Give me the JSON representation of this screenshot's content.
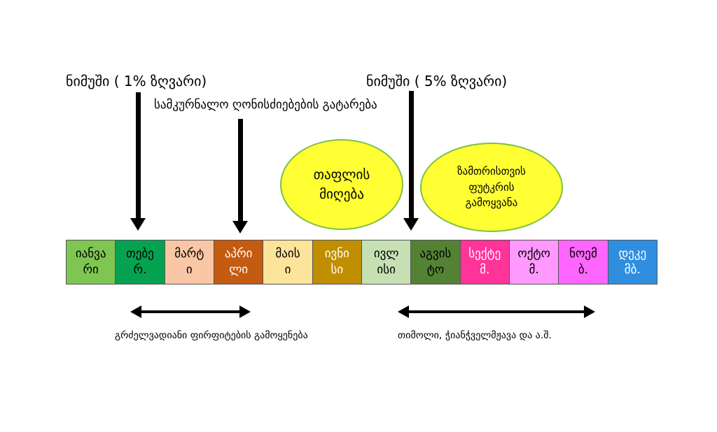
{
  "labels": {
    "sample1": "ნიმუში ( 1% ზღვარი)",
    "sample2": "ნიმუში ( 5% ზღვარი)",
    "treatment": "სამკურნალო ღონისძიებების გატარება",
    "long_term_plates": "გრძელვადიანი ფირფიტების გამოყენება",
    "thymol": "თიმოლი, ჭიანჭველმჟავა და ა.შ."
  },
  "bubbles": {
    "honey_line1": "თაფლის",
    "honey_line2": "მიღება",
    "winter_line1": "ზამთრისთვის",
    "winter_line2": "ფუტკრის",
    "winter_line3": "გამოყვანა"
  },
  "months": [
    {
      "line1": "იანვა",
      "line2": "რი",
      "color": "#7ec552",
      "text": "#000000"
    },
    {
      "line1": "თებე",
      "line2": "რ.",
      "color": "#05a351",
      "text": "#000000"
    },
    {
      "line1": "მარტ",
      "line2": "ი",
      "color": "#f9c7a5",
      "text": "#000000"
    },
    {
      "line1": "აპრი",
      "line2": "ლი",
      "color": "#c55a11",
      "text": "#ffffff"
    },
    {
      "line1": "მაის",
      "line2": "ი",
      "color": "#fde49b",
      "text": "#000000"
    },
    {
      "line1": "ივნი",
      "line2": "სი",
      "color": "#bf8f00",
      "text": "#ffffff"
    },
    {
      "line1": "ივლ",
      "line2": "ისი",
      "color": "#c6e0b4",
      "text": "#000000"
    },
    {
      "line1": "აგვის",
      "line2": "ტო",
      "color": "#548235",
      "text": "#000000"
    },
    {
      "line1": "სექტე",
      "line2": "მ.",
      "color": "#ff3399",
      "text": "#ffffff"
    },
    {
      "line1": "ოქტო",
      "line2": "მ.",
      "color": "#ff99ff",
      "text": "#000000"
    },
    {
      "line1": "ნოემ",
      "line2": "ბ.",
      "color": "#ff66ff",
      "text": "#000000"
    },
    {
      "line1": "დეკე",
      "line2": "მბ.",
      "color": "#2f8ee0",
      "text": "#ffffff"
    }
  ],
  "colors": {
    "bubble": "#ffff33",
    "bubble_border": "#7cc04a"
  }
}
